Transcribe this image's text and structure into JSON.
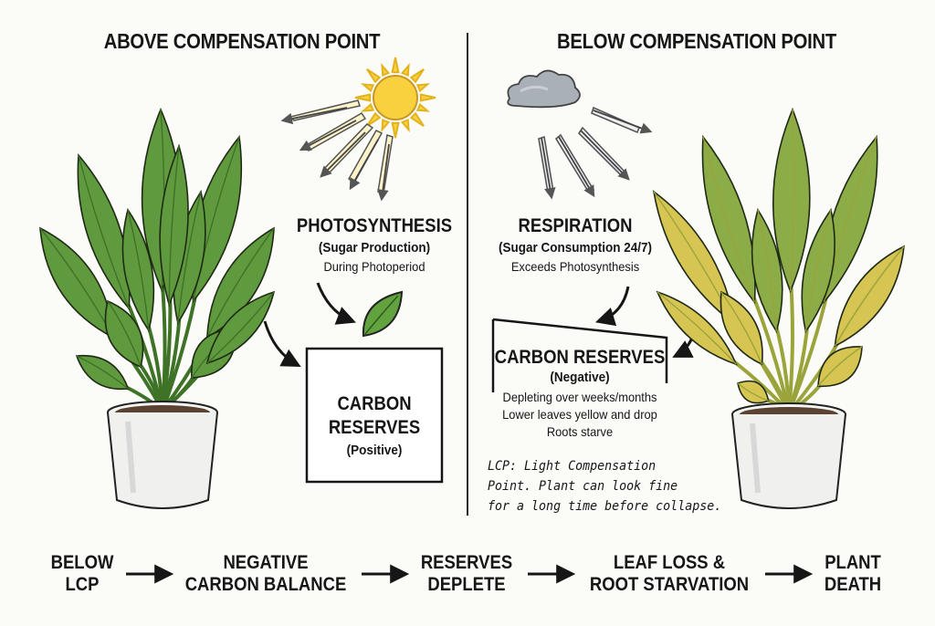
{
  "titles": {
    "left": "ABOVE COMPENSATION POINT",
    "right": "BELOW COMPENSATION POINT"
  },
  "left_panel": {
    "process_title": "PHOTOSYNTHESIS",
    "process_sub": "(Sugar Production)",
    "process_detail": "During Photoperiod",
    "reserve_line1": "CARBON",
    "reserve_line2": "RESERVES",
    "reserve_state": "(Positive)"
  },
  "right_panel": {
    "process_title": "RESPIRATION",
    "process_sub": "(Sugar Consumption 24/7)",
    "process_detail": "Exceeds Photosynthesis",
    "reserve_title": "CARBON RESERVES",
    "reserve_state": "(Negative)",
    "effects": [
      "Depleting over weeks/months",
      "Lower leaves yellow and drop",
      "Roots starve"
    ],
    "note_lines": [
      "LCP: Light Compensation",
      "Point. Plant can look fine",
      "for a long time before collapse."
    ]
  },
  "flow": [
    {
      "line1": "BELOW",
      "line2": "LCP"
    },
    {
      "line1": "NEGATIVE",
      "line2": "CARBON BALANCE"
    },
    {
      "line1": "RESERVES",
      "line2": "DEPLETE"
    },
    {
      "line1": "LEAF LOSS &",
      "line2": "ROOT STARVATION"
    },
    {
      "line1": "PLANT",
      "line2": "DEATH"
    }
  ],
  "colors": {
    "healthy_leaf": "#5f9a3e",
    "healthy_leaf_dark": "#3e7327",
    "stressed_leaf": "#d6c552",
    "stressed_leaf_dark": "#9aa43a",
    "sun": "#f7d23e",
    "sun_rays": "#f4e7a0",
    "cloud": "#a9b0b8",
    "pot": "#f2f2f2",
    "ink": "#161616"
  },
  "icons": [
    "sun-icon",
    "cloud-icon",
    "leaf-icon",
    "arrow-icon",
    "healthy-plant",
    "stressed-plant"
  ]
}
